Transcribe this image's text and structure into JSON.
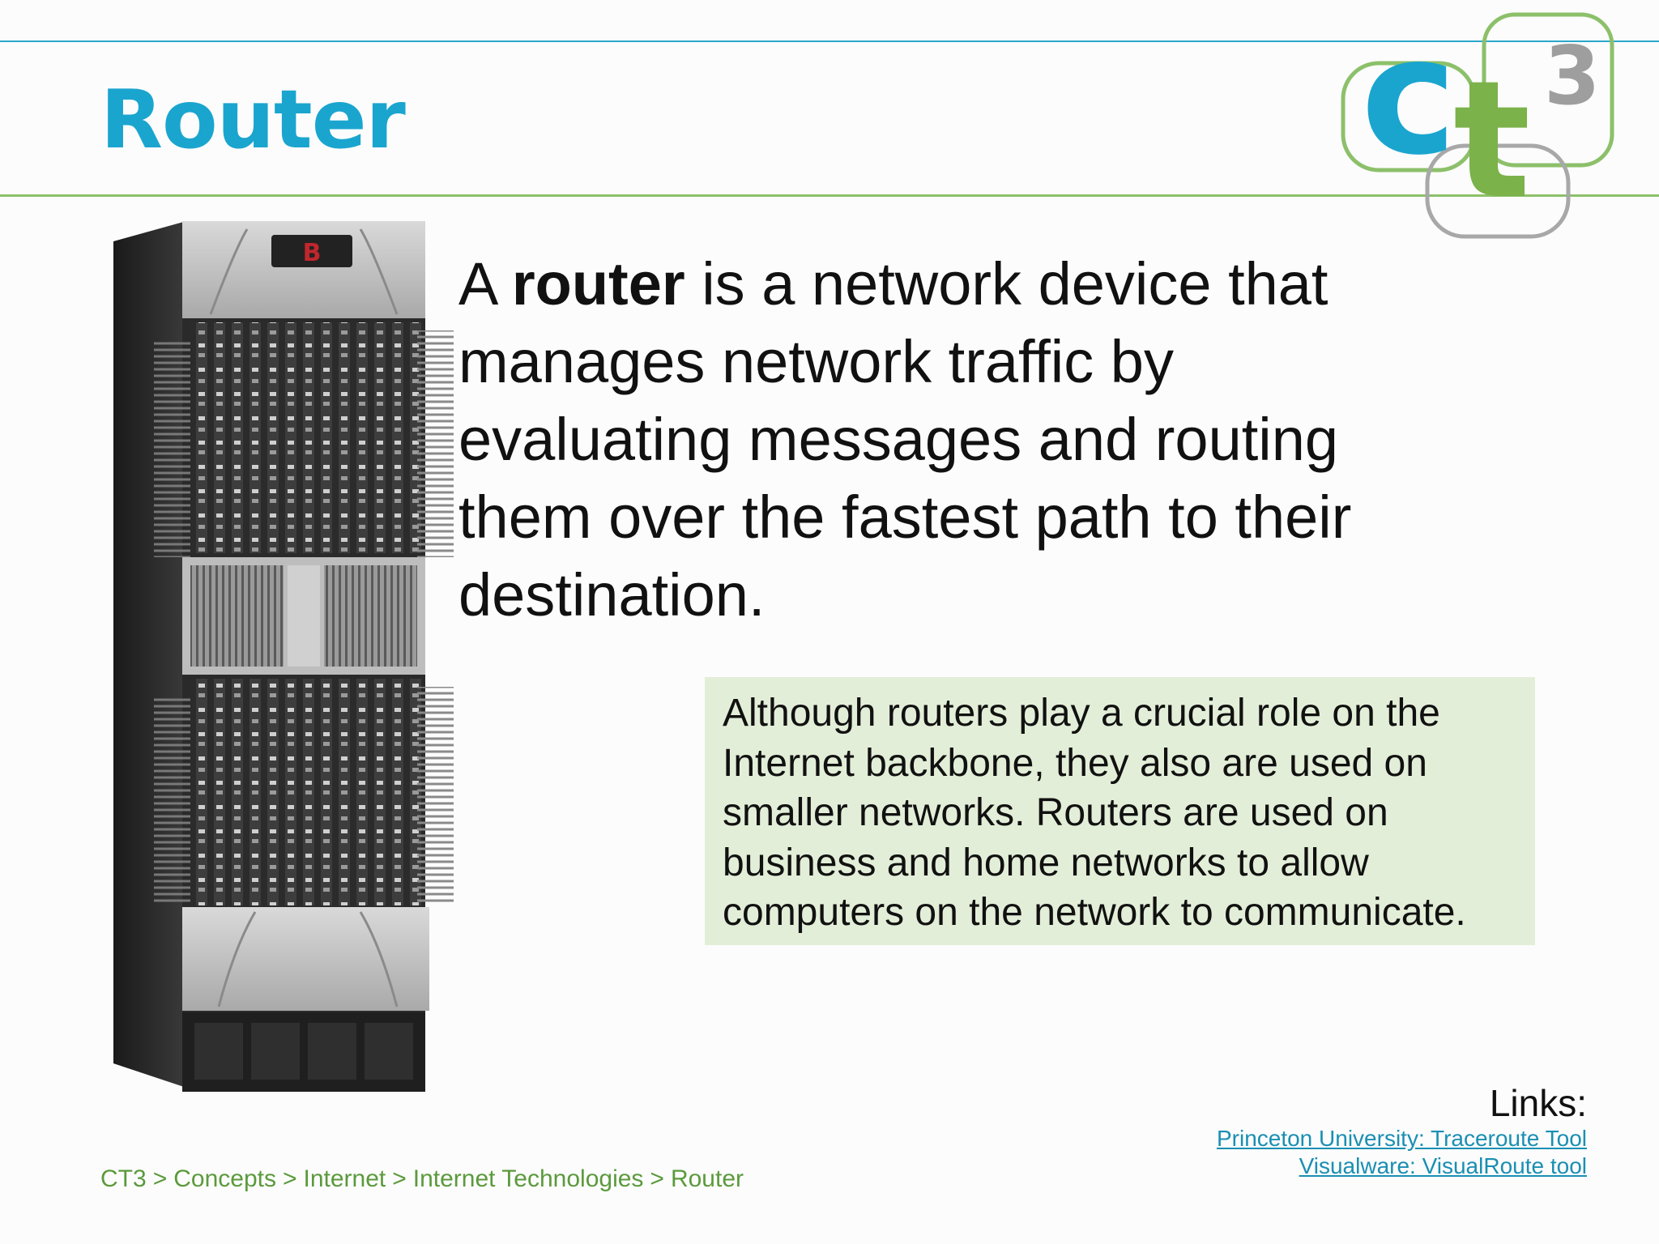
{
  "slide": {
    "title": "Router",
    "definition": {
      "prefix": "A ",
      "term": "router",
      "body": " is a network device that manages network traffic by evaluating messages and routing them over the fastest path to their destination."
    },
    "note": "Although routers play a crucial role on the Internet backbone, they also are used on smaller networks. Routers are used on business and home networks to allow computers on the network to communicate.",
    "links": {
      "heading": "Links:",
      "items": [
        {
          "label": "Princeton University: Traceroute Tool"
        },
        {
          "label": "Visualware: VisualRoute tool"
        }
      ]
    },
    "breadcrumb": [
      "CT3",
      "Concepts",
      "Internet",
      "Internet Technologies",
      "Router"
    ],
    "breadcrumb_separator": ">"
  },
  "logo": {
    "letters": [
      "c",
      "t",
      "3"
    ],
    "colors": {
      "c": "#1aa5cf",
      "t": "#7bb24a",
      "3": "#9e9e9e",
      "outline": "#8cc06a",
      "outline_grey": "#a8a8a8"
    }
  },
  "colors": {
    "title": "#1aa5cf",
    "top_rule": "#2aa7c9",
    "mid_rule": "#8cc06a",
    "note_background": "#e3eed8",
    "link": "#1a8fb3",
    "breadcrumb": "#5b9a3c"
  }
}
